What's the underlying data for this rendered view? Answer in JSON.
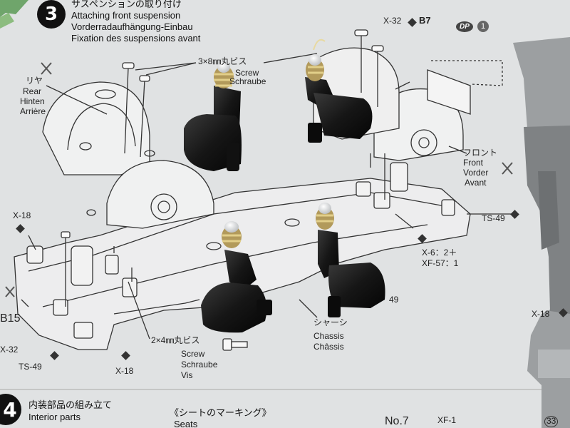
{
  "step3": {
    "number": "3",
    "title_jp": "サスペンションの取り付け",
    "title_en": "Attaching front suspension",
    "title_de": "Vorderradaufhängung-Einbau",
    "title_fr": "Fixation des suspensions avant"
  },
  "labels": {
    "screw_8mm_jp": "3×8㎜丸ビス",
    "screw_en": "Screw",
    "screw_de": "Schraube",
    "screw_4mm_jp": "2×4㎜丸ビス",
    "screw_fr": "Vis",
    "rear_jp": "リヤ",
    "rear_en": "Rear",
    "rear_de": "Hinten",
    "rear_fr": "Arrière",
    "front_jp": "フロント",
    "front_en": "Front",
    "front_de": "Vorder",
    "front_fr": "Avant",
    "chassis_jp": "シャーシ",
    "chassis_en": "Chassis",
    "chassis_fr": "Châssis",
    "x32_top": "X-32",
    "b7": "B7",
    "dp": "DP",
    "one": "1",
    "x18_left": "X-18",
    "b15": "B15",
    "x32_left": "X-32",
    "ts49_left": "TS-49",
    "x18_bottom": "X-18",
    "ts49_right": "TS-49",
    "x6_mix": "X-6：2＋",
    "xf57_mix": "XF-57：1",
    "x18_right": "X-18",
    "n49": "49"
  },
  "step4": {
    "number": "4",
    "title_jp": "内装部品の組み立て",
    "title_en": "Interior parts",
    "seats_jp": "《シートのマーキング》",
    "seats_en": "Seats",
    "no7": "No.7",
    "xf1": "XF-1",
    "page": "33"
  }
}
